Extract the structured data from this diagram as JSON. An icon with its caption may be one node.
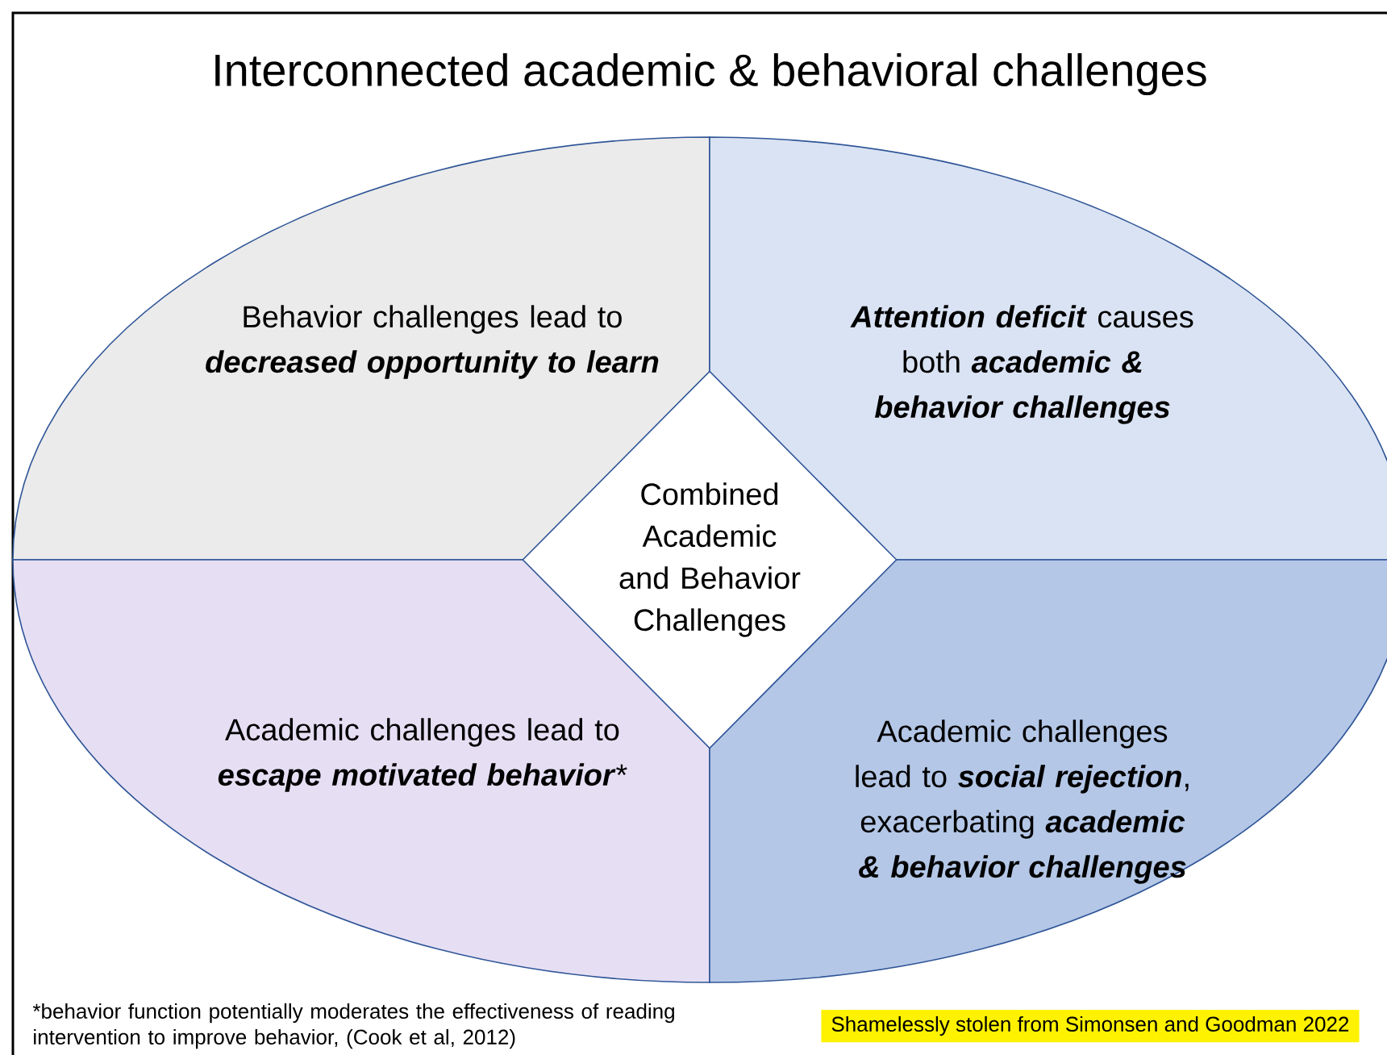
{
  "diagram": {
    "title": "Interconnected academic & behavioral challenges",
    "nodes": [
      {
        "text": [
          "Behavior challenges lead to **decreased opportunity to learn**"
        ]
      },
      {
        "text": [
          "**Attention deficit** causes both **academic & behavior challenges**"
        ]
      },
      {
        "text": [
          "Academic challenges lead to **escape motivated behavior***"
        ]
      },
      {
        "text": [
          "Academic challenges lead to **social rejection**, exacerbating **academic & behavior challenges**"
        ]
      },
      {
        "text": [
          "Combined Academic and Behavior Challenges"
        ]
      }
    ],
    "labels": [
      "*behavior function potentially moderates the effectiveness of reading intervention to improve behavior, (Cook et al, 2012)",
      "Shamelessly stolen from Simonsen and Goodman 2022"
    ]
  }
}
